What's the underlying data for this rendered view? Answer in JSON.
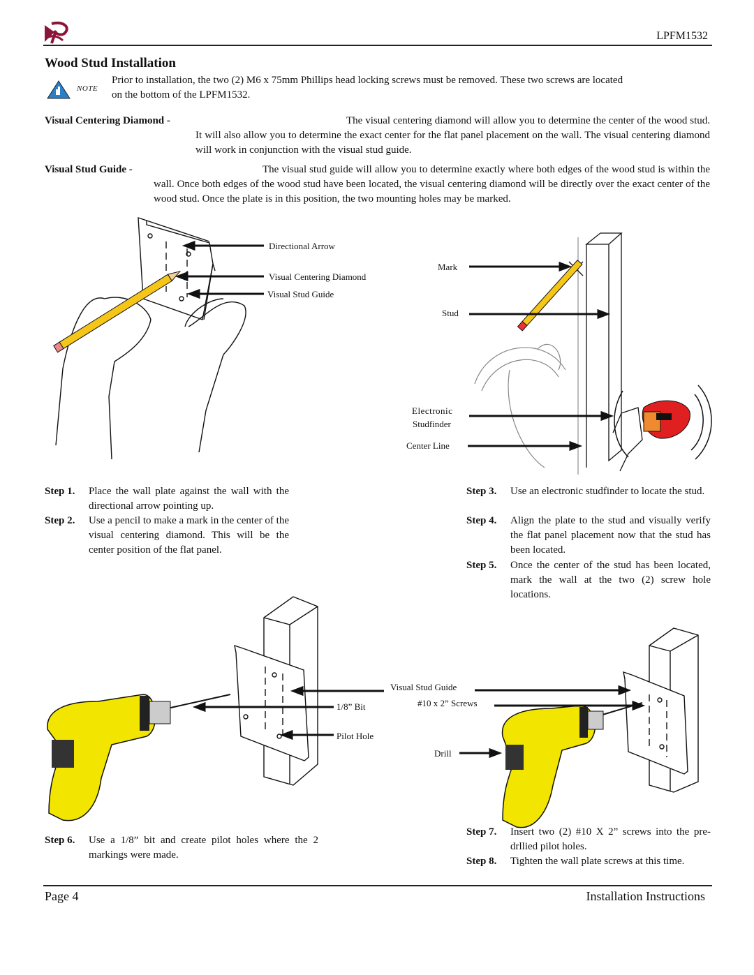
{
  "header": {
    "model": "LPFM1532"
  },
  "title": "Wood Stud Installation",
  "note": {
    "icon_label": "NOTE",
    "text_line1": "Prior to installation, the two (2) M6 x 75mm Phillips head locking screws must be removed. These two screws are located",
    "text_line2": "on the bottom of the LPFM1532."
  },
  "definitions": [
    {
      "term": "Visual Centering Diamond -",
      "text": "The visual centering diamond will allow you to determine the center of the wood stud. It will also allow you to determine the exact center for the flat panel placement on the wall. The visual centering diamond will work in conjunction with the visual stud guide."
    },
    {
      "term": "Visual Stud Guide -",
      "text": "The visual stud guide will allow you to determine exactly where both edges of the wood stud is within the wall. Once both edges of the wood stud have been located, the visual centering diamond will be directly over the exact center of the wood stud. Once the plate is in this position, the two mounting holes may be marked."
    }
  ],
  "figure1": {
    "labels": [
      "Directional Arrow",
      "Visual Centering Diamond",
      "Visual Stud Guide"
    ]
  },
  "figure2": {
    "labels": [
      "Mark",
      "Stud",
      "Electronic",
      "Studfinder",
      "Center Line"
    ]
  },
  "figure3": {
    "labels": [
      "1/8” Bit",
      "Pilot Hole"
    ]
  },
  "figure4": {
    "labels": [
      "Visual Stud Guide",
      "#10 x 2” Screws",
      "Drill"
    ]
  },
  "steps": [
    {
      "label": "Step 1.",
      "text": "Place the wall plate against the wall with the directional arrow pointing up."
    },
    {
      "label": "Step 2.",
      "text": "Use a pencil to make a mark in the center of the visual centering diamond. This will be the center position of the flat panel."
    },
    {
      "label": "Step 3.",
      "text": "Use an electronic studfinder to locate the stud."
    },
    {
      "label": "Step 4.",
      "text": "Align the plate to the stud and visually verify the flat panel placement now that the stud has been located."
    },
    {
      "label": "Step 5.",
      "text": "Once the center of the stud has been located, mark the wall at the two (2) screw hole locations."
    },
    {
      "label": "Step 6.",
      "text": "Use a 1/8” bit and create pilot holes where the 2 markings were made."
    },
    {
      "label": "Step 7.",
      "text": "Insert two (2) #10 X 2” screws into the pre-drllied pilot holes."
    },
    {
      "label": "Step 8.",
      "text": "Tighten the wall plate screws at this time."
    }
  ],
  "footer": {
    "page": "Page 4",
    "doc": "Installation Instructions"
  },
  "colors": {
    "logo": "#8b1538",
    "pencil": "#f5c518",
    "drill": "#f2e600",
    "studfinder": "#e02020",
    "note_icon": "#2a7fc9"
  }
}
